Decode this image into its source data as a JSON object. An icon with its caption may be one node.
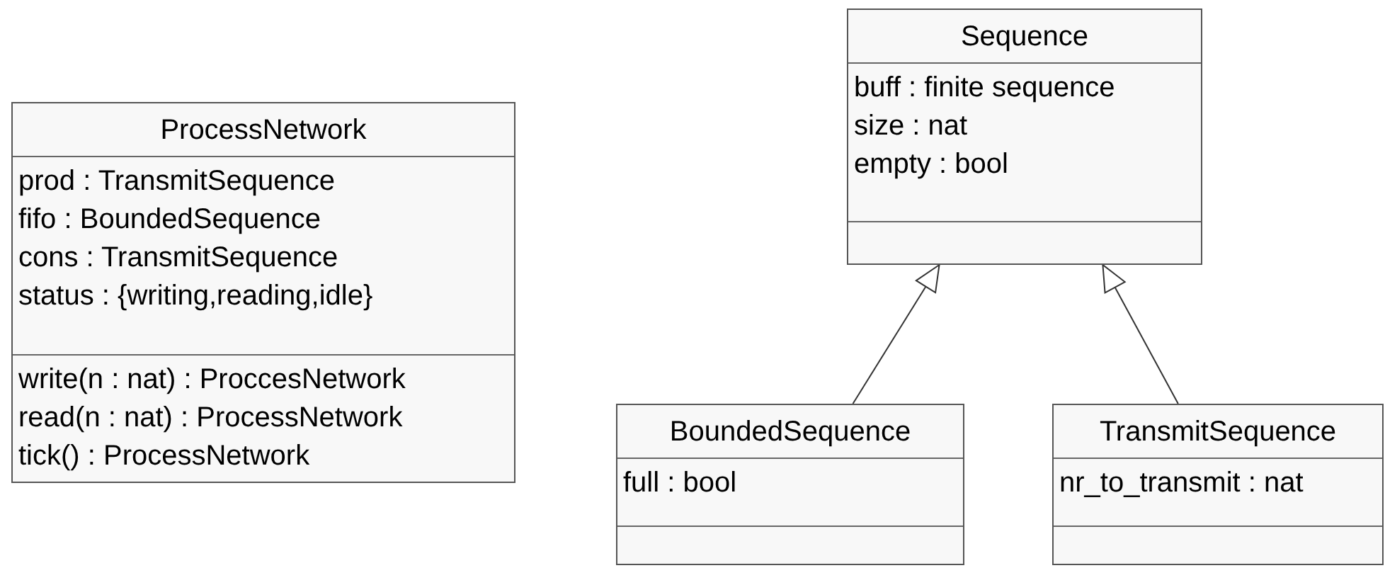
{
  "diagram": {
    "nodes": [
      {
        "text": [
          "ProcessNetwork",
          "prod : TransmitSequence",
          "fifo : BoundedSequence",
          "cons : TransmitSequence",
          "status : {writing,reading,idle}",
          "write(n : nat) : ProccesNetwork",
          "read(n : nat) : ProcessNetwork",
          "tick() : ProcessNetwork"
        ]
      },
      {
        "text": [
          "Sequence",
          "buff : finite sequence",
          "size : nat",
          "empty : bool"
        ]
      },
      {
        "text": [
          "BoundedSequence",
          "full : bool"
        ]
      },
      {
        "text": [
          "TransmitSequence",
          "nr_to_transmit : nat"
        ]
      }
    ],
    "edges": [
      {
        "from": 2,
        "to": 1,
        "arrow": "to"
      },
      {
        "from": 3,
        "to": 1,
        "arrow": "to"
      }
    ]
  }
}
